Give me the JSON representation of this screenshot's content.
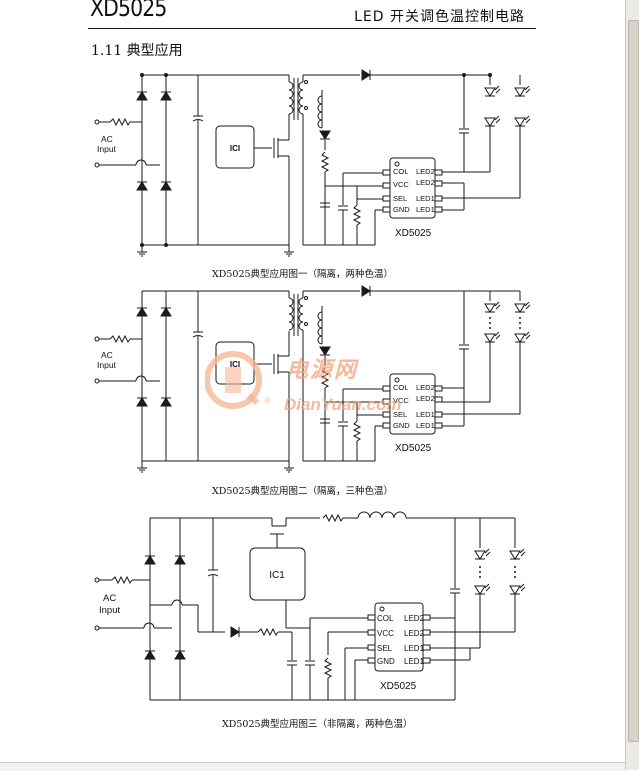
{
  "header": {
    "part_number": "XD5025",
    "doc_title": "LED 开关调色温控制电路"
  },
  "section_title": "1.11 典型应用",
  "ac_label_line1": "AC",
  "ac_label_line2": "Input",
  "ic1_label_small": "ICI",
  "ic1_label_large": "IC1",
  "chip": {
    "pins_left": [
      "COL",
      "VCC",
      "SEL",
      "GND"
    ],
    "pins_right_1": [
      "LED2",
      "LED2",
      "LED1",
      "LED1"
    ],
    "name": "XD5025"
  },
  "captions": {
    "fig1": "XD5025典型应用图一（隔离，两种色温）",
    "fig2": "XD5025典型应用图二（隔离，三种色温）",
    "fig3": "XD5025典型应用图三（非隔离，两种色温）"
  },
  "watermark": {
    "brand_cn": "电源网",
    "brand_en": "DianYuan.com",
    "registered": "®"
  },
  "colors": {
    "line": "#1a1a1a",
    "watermark": "#f2a27a"
  }
}
